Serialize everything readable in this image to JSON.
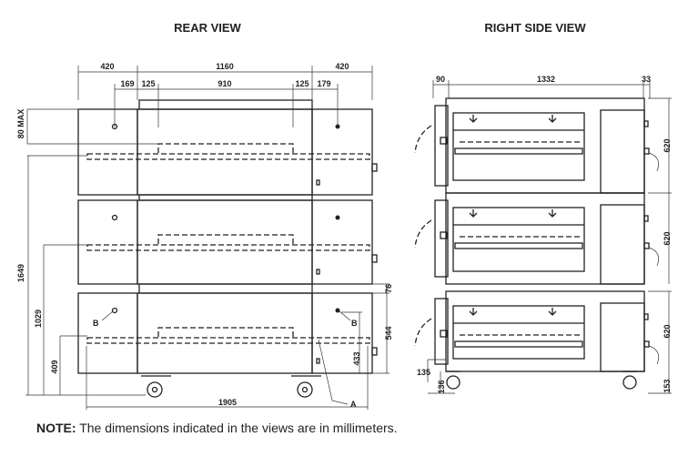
{
  "rear_view": {
    "title": "REAR VIEW",
    "dims_top": [
      "420",
      "1160",
      "420"
    ],
    "dims_second": [
      "169",
      "125",
      "910",
      "125",
      "179"
    ],
    "dim_80max": "80 MAX",
    "dim_1649": "1649",
    "dim_1029": "1029",
    "dim_409": "409",
    "dim_76": "76",
    "dim_544": "544",
    "dim_433": "433",
    "dim_1905": "1905",
    "label_a": "A",
    "label_b": "B"
  },
  "side_view": {
    "title": "RIGHT SIDE VIEW",
    "dims_top": [
      "90",
      "1332",
      "33"
    ],
    "dim_620": "620",
    "dim_135": "135",
    "dim_136": "136",
    "dim_153": "153"
  },
  "note": {
    "label": "NOTE:",
    "text": " The dimensions indicated in the views are in millimeters."
  }
}
